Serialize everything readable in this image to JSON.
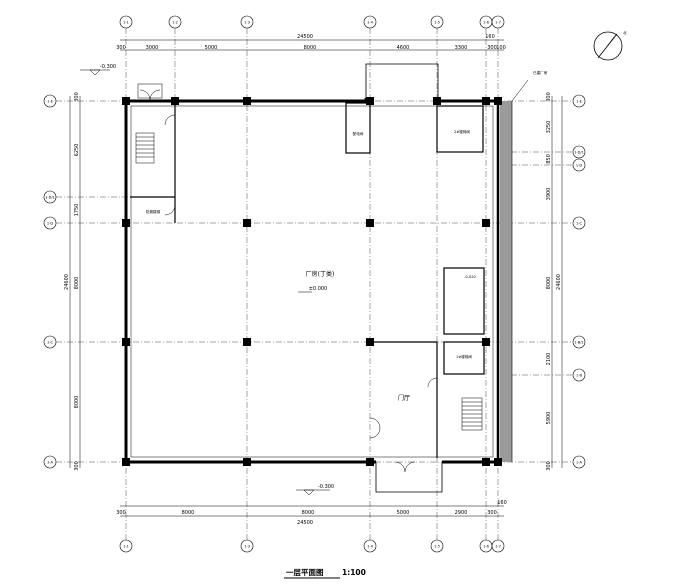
{
  "title": "一层平面图",
  "scale": "1:100",
  "north_label": "北",
  "axes_x": [
    "1-1",
    "1-2",
    "1-3",
    "1-4",
    "1-5",
    "1-6",
    "1-7"
  ],
  "axes_y": [
    "1-A",
    "1-B",
    "1-B/1",
    "1-C",
    "1-D",
    "1-D/1",
    "1-E"
  ],
  "top_total": "24500",
  "top_dims": [
    "300",
    "3000",
    "5000",
    "8000",
    "4600",
    "3300",
    "160",
    "300",
    "100"
  ],
  "bottom_total": "24500",
  "bottom_dims": [
    "300",
    "8000",
    "8000",
    "5000",
    "2900",
    "300",
    "160"
  ],
  "left_total": "24600",
  "left_dims": [
    "300",
    "6250",
    "1750",
    "8000",
    "8000",
    "300"
  ],
  "right_total": "24600",
  "right_dims": [
    "300",
    "3250",
    "850",
    "3900",
    "8000",
    "2100",
    "5900",
    "300"
  ],
  "levels": {
    "outside_top": "-0.300",
    "outside_bottom": "-0.300",
    "floor_main": "±0.000",
    "toilet": "-0.020"
  },
  "rooms": {
    "workshop": "厂房(丁类)",
    "power_room": "配电间",
    "stair_room": "2#楼梯间",
    "stair_room2": "1#楼梯间",
    "entrance": "门厅",
    "fire_control": "防烟楼梯",
    "attached": "已建厂房"
  }
}
